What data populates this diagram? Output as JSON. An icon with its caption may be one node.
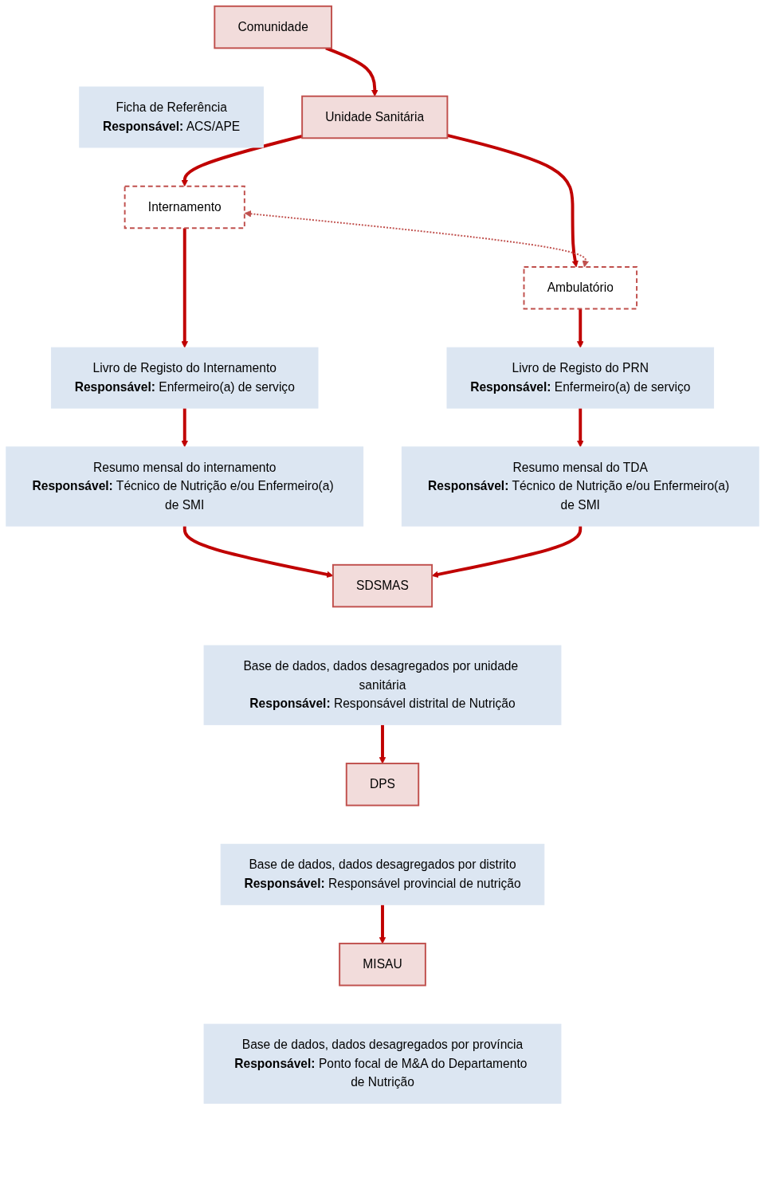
{
  "diagram": {
    "nodes": [
      {
        "text": [
          "Comunidade"
        ]
      },
      {
        "text": [
          "Ficha de Referência",
          "**Responsável:** ACS/APE"
        ]
      },
      {
        "text": [
          "Unidade Sanitária"
        ]
      },
      {
        "text": [
          "Internamento"
        ]
      },
      {
        "text": [
          "Ambulatório"
        ]
      },
      {
        "text": [
          "Livro de Registo do Internamento",
          "**Responsável:** Enfermeiro(a) de serviço"
        ]
      },
      {
        "text": [
          "Livro de Registo do PRN",
          "**Responsável:** Enfermeiro(a) de serviço"
        ]
      },
      {
        "text": [
          "Resumo mensal do internamento",
          "**Responsável:** Técnico de Nutrição e/ou Enfermeiro(a) de SMI"
        ]
      },
      {
        "text": [
          "Resumo mensal do TDA",
          "**Responsável:** Técnico de Nutrição e/ou Enfermeiro(a) de SMI"
        ]
      },
      {
        "text": [
          "SDSMAS"
        ]
      },
      {
        "text": [
          "Base de dados, dados desagregados por unidade sanitária",
          "**Responsável:** Responsável distrital de Nutrição"
        ]
      },
      {
        "text": [
          "DPS"
        ]
      },
      {
        "text": [
          "Base de dados, dados desagregados por distrito",
          "**Responsável:** Responsável provincial de nutrição"
        ]
      },
      {
        "text": [
          "MISAU"
        ]
      },
      {
        "text": [
          "Base de dados, dados desagregados por província",
          "**Responsável:** Ponto focal de M&A do Departamento de Nutrição"
        ]
      }
    ],
    "edges": [
      {
        "from": 0,
        "to": 2,
        "arrow": "to"
      },
      {
        "from": 2,
        "to": 3,
        "arrow": "to"
      },
      {
        "from": 2,
        "to": 4,
        "arrow": "to"
      },
      {
        "from": 3,
        "to": 4,
        "arrow": "both",
        "style": "dashed",
        "color": "#c0504d"
      },
      {
        "from": 3,
        "to": 5,
        "arrow": "to"
      },
      {
        "from": 4,
        "to": 6,
        "arrow": "to"
      },
      {
        "from": 5,
        "to": 7,
        "arrow": "to"
      },
      {
        "from": 6,
        "to": 8,
        "arrow": "to"
      },
      {
        "from": 7,
        "to": 9,
        "arrow": "to"
      },
      {
        "from": 8,
        "to": 9,
        "arrow": "to"
      },
      {
        "from": 10,
        "to": 11,
        "arrow": "to"
      },
      {
        "from": 12,
        "to": 13,
        "arrow": "to"
      }
    ]
  }
}
